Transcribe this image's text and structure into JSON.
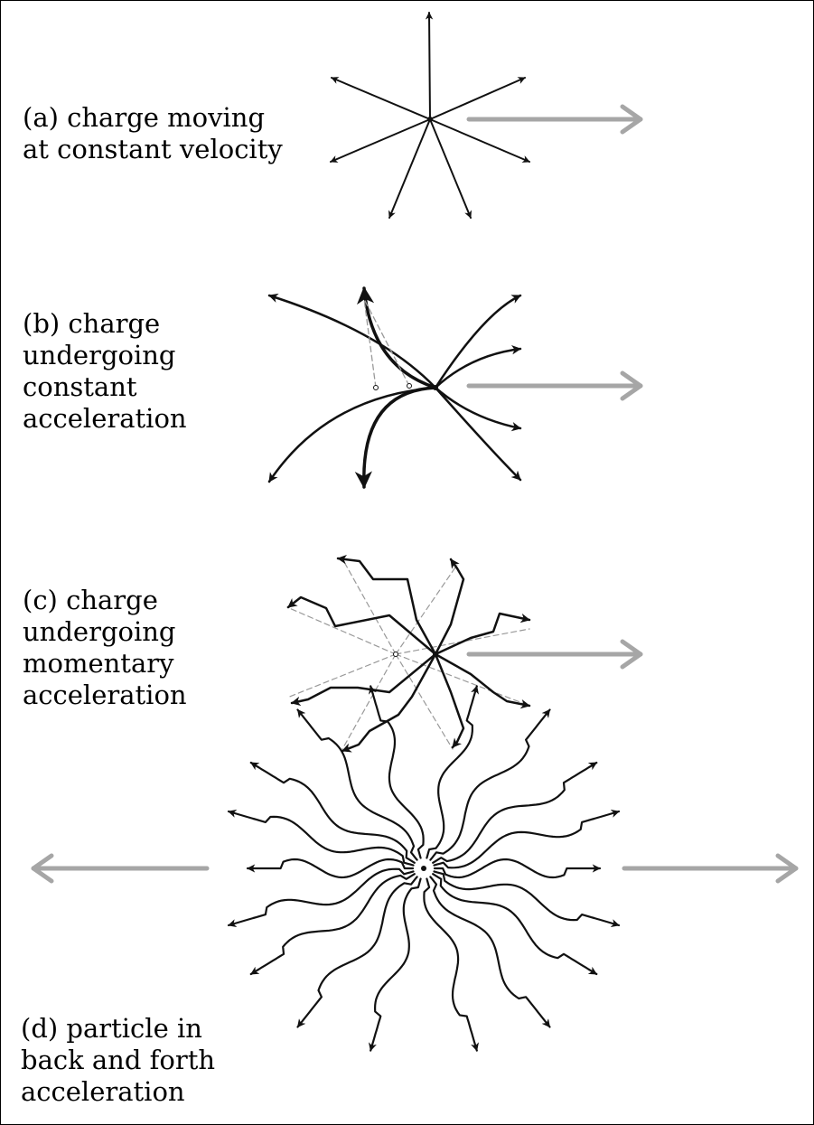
{
  "panels": {
    "a": {
      "line1": "(a) charge moving",
      "line2": "at constant velocity"
    },
    "b": {
      "line1": "(b) charge",
      "line2": "undergoing",
      "line3": "constant",
      "line4": "acceleration"
    },
    "c": {
      "line1": "(c) charge",
      "line2": "undergoing",
      "line3": "momentary",
      "line4": "acceleration"
    },
    "d": {
      "line1": "(d) particle in",
      "line2": "back and forth",
      "line3": "acceleration"
    }
  },
  "colors": {
    "field_line": "#111111",
    "motion_arrow": "#a6a6a6",
    "guide_dashed": "#999999"
  }
}
